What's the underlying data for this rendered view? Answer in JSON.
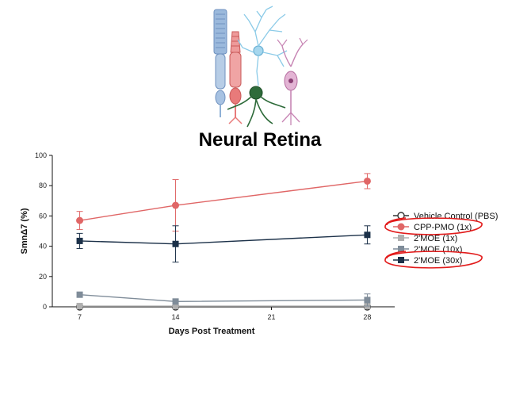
{
  "figure": {
    "title": "Neural Retina"
  },
  "chart_data": {
    "type": "line",
    "xlabel": "Days Post Treatment",
    "ylabel": "SmnΔ7 (%)",
    "x_ticks": [
      7,
      14,
      21,
      28
    ],
    "y_ticks": [
      0,
      20,
      40,
      60,
      80,
      100
    ],
    "xlim": [
      5,
      30
    ],
    "ylim": [
      0,
      100
    ],
    "grid": false,
    "legend_position": "right",
    "series": [
      {
        "name": "Vehicle Control (PBS)",
        "color": "#333333",
        "marker": "open-circle",
        "x": [
          7,
          14,
          28
        ],
        "y": [
          0,
          0,
          0
        ],
        "err": [
          0,
          0,
          0
        ]
      },
      {
        "name": "CPP-PMO (1x)",
        "color": "#e06666",
        "marker": "circle",
        "x": [
          7,
          14,
          28
        ],
        "y": [
          57,
          67,
          83
        ],
        "err": [
          6,
          17,
          5
        ]
      },
      {
        "name": "2'MOE (1x)",
        "color": "#b0b0b0",
        "marker": "square",
        "x": [
          7,
          14,
          28
        ],
        "y": [
          0.5,
          0.5,
          0.5
        ],
        "err": [
          0,
          0,
          0
        ]
      },
      {
        "name": "2'MOE (10x)",
        "color": "#7f8c99",
        "marker": "square",
        "x": [
          7,
          14,
          28
        ],
        "y": [
          8,
          3.5,
          4.5
        ],
        "err": [
          0,
          0,
          4
        ]
      },
      {
        "name": "2'MOE (30x)",
        "color": "#1c3149",
        "marker": "square",
        "x": [
          7,
          14,
          28
        ],
        "y": [
          43.5,
          41.5,
          47.5
        ],
        "err": [
          5,
          12,
          6
        ]
      }
    ],
    "highlighted_series": [
      "CPP-PMO (1x)",
      "2'MOE (30x)"
    ],
    "highlight_color": "#e21b1b"
  },
  "illustration": {
    "icon": "retinal-cells-icon",
    "colors": {
      "rod": "#8fb0d6",
      "cone": "#e87a7a",
      "bipolar": "#8ccbe8",
      "ganglion": "#2e6b3a",
      "amacrine": "#c785b4"
    }
  }
}
